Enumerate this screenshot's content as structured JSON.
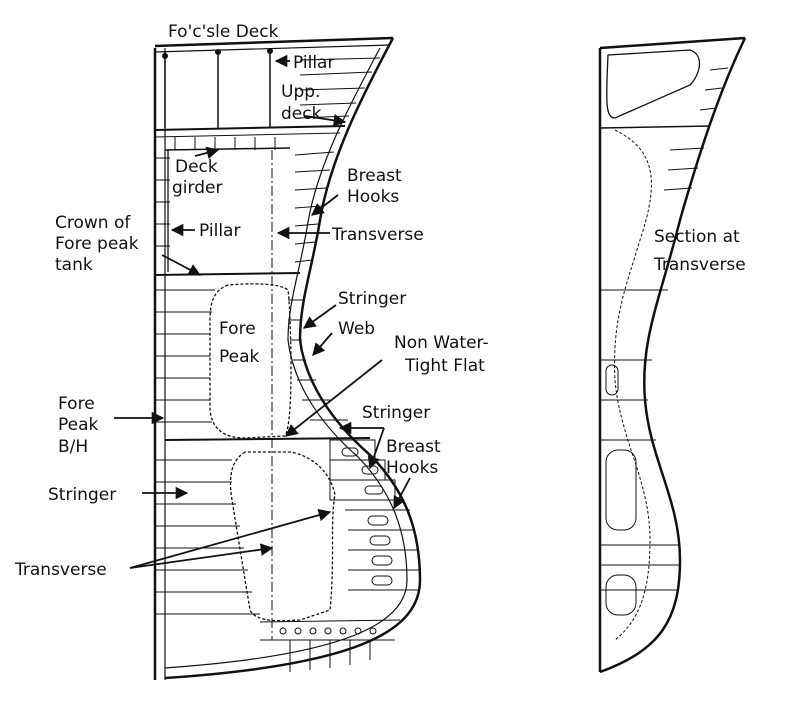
{
  "labels": {
    "focsle_deck": "Fo'c'sle Deck",
    "pillar_top": "Pillar",
    "upp_deck_1": "Upp.",
    "upp_deck_2": "deck",
    "deck_girder_1": "Deck",
    "deck_girder_2": "girder",
    "breast_hooks_top_1": "Breast",
    "breast_hooks_top_2": "Hooks",
    "crown_1": "Crown of",
    "crown_2": "Fore peak",
    "crown_3": "tank",
    "pillar_mid": "Pillar",
    "transverse_top": "Transverse",
    "section_1": "Section at",
    "section_2": "Transverse",
    "stringer_1": "Stringer",
    "fore_peak_1": "Fore",
    "fore_peak_2": "Peak",
    "web": "Web",
    "nwt_1": "Non Water-",
    "nwt_2": "Tight Flat",
    "fp_bh_1": "Fore",
    "fp_bh_2": "Peak",
    "fp_bh_3": "B/H",
    "stringer_2": "Stringer",
    "breast_hooks_low_1": "Breast",
    "breast_hooks_low_2": "Hooks",
    "stringer_left": "Stringer",
    "transverse_bottom": "Transverse"
  },
  "colors": {
    "line": "#111111",
    "background": "#ffffff"
  }
}
